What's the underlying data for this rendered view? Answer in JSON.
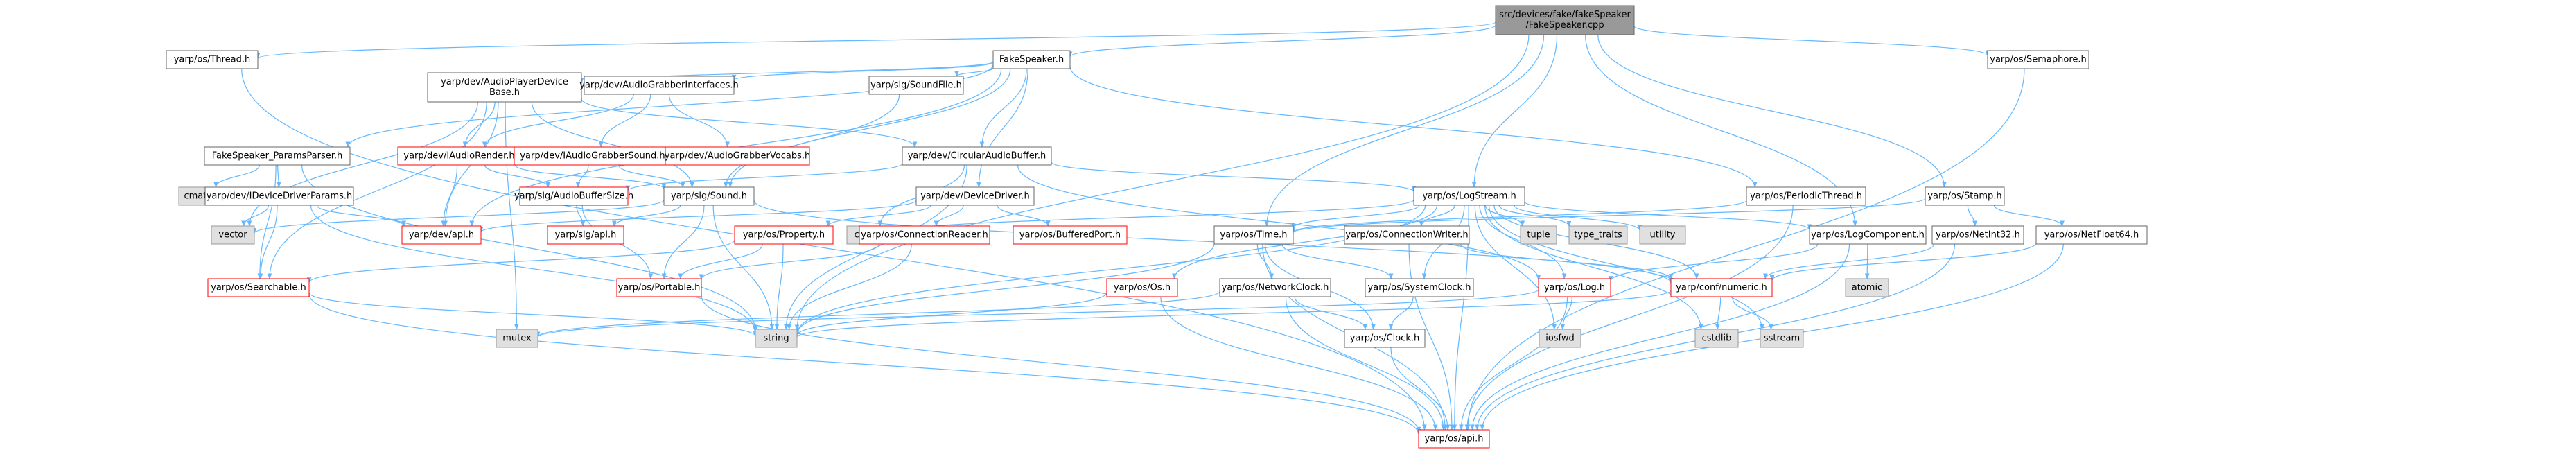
{
  "colors": {
    "edge": "#63B8FF",
    "node_border": "#666666",
    "node_fill": "#ffffff",
    "text": "#000000",
    "red_text": "#ff0000",
    "red_border": "#ff0000",
    "root_fill": "#999999",
    "grey_fill": "#e0e0e0",
    "grey_border": "#999999"
  },
  "nodes": {
    "root": {
      "label": "src/devices/fake/fakeSpeaker\n/FakeSpeaker.cpp",
      "style": "root"
    },
    "thread": {
      "label": "yarp/os/Thread.h",
      "style": "normal"
    },
    "fakespeaker_h": {
      "label": "FakeSpeaker.h",
      "style": "normal"
    },
    "semaphore": {
      "label": "yarp/os/Semaphore.h",
      "style": "normal"
    },
    "audioplayer": {
      "label": "yarp/dev/AudioPlayerDevice\nBase.h",
      "style": "normal"
    },
    "grabberinterfaces": {
      "label": "yarp/dev/AudioGrabberInterfaces.h",
      "style": "normal"
    },
    "soundfile": {
      "label": "yarp/sig/SoundFile.h",
      "style": "normal"
    },
    "paramsparser": {
      "label": "FakeSpeaker_ParamsParser.h",
      "style": "normal"
    },
    "iaudiorender": {
      "label": "yarp/dev/IAudioRender.h",
      "style": "red"
    },
    "iaudiograbbersound": {
      "label": "yarp/dev/IAudioGrabberSound.h",
      "style": "red"
    },
    "audiograbbervocabs": {
      "label": "yarp/dev/AudioGrabberVocabs.h",
      "style": "red"
    },
    "circularbuffer": {
      "label": "yarp/dev/CircularAudioBuffer.h",
      "style": "normal"
    },
    "cmath": {
      "label": "cmath",
      "style": "grey"
    },
    "ideviceparams": {
      "label": "yarp/dev/IDeviceDriverParams.h",
      "style": "normal"
    },
    "audiobuffersize": {
      "label": "yarp/sig/AudioBufferSize.h",
      "style": "red"
    },
    "sound": {
      "label": "yarp/sig/Sound.h",
      "style": "normal"
    },
    "devicedriver": {
      "label": "yarp/dev/DeviceDriver.h",
      "style": "normal"
    },
    "logstream": {
      "label": "yarp/os/LogStream.h",
      "style": "normal"
    },
    "periodicthread": {
      "label": "yarp/os/PeriodicThread.h",
      "style": "normal"
    },
    "stamp": {
      "label": "yarp/os/Stamp.h",
      "style": "normal"
    },
    "vector": {
      "label": "vector",
      "style": "grey"
    },
    "devapi": {
      "label": "yarp/dev/api.h",
      "style": "red"
    },
    "sigapi": {
      "label": "yarp/sig/api.h",
      "style": "red"
    },
    "cstdio": {
      "label": "cstdio",
      "style": "grey"
    },
    "connectionreader": {
      "label": "yarp/os/ConnectionReader.h",
      "style": "red"
    },
    "bufferedport": {
      "label": "yarp/os/BufferedPort.h",
      "style": "red"
    },
    "property": {
      "label": "yarp/os/Property.h",
      "style": "red"
    },
    "time": {
      "label": "yarp/os/Time.h",
      "style": "normal"
    },
    "connectionwriter": {
      "label": "yarp/os/ConnectionWriter.h",
      "style": "normal"
    },
    "tuple": {
      "label": "tuple",
      "style": "grey"
    },
    "type_traits": {
      "label": "type_traits",
      "style": "grey"
    },
    "utility": {
      "label": "utility",
      "style": "grey"
    },
    "logcomponent": {
      "label": "yarp/os/LogComponent.h",
      "style": "normal"
    },
    "netint32": {
      "label": "yarp/os/NetInt32.h",
      "style": "normal"
    },
    "netfloat64": {
      "label": "yarp/os/NetFloat64.h",
      "style": "normal"
    },
    "searchable": {
      "label": "yarp/os/Searchable.h",
      "style": "red"
    },
    "portable": {
      "label": "yarp/os/Portable.h",
      "style": "red"
    },
    "os_h": {
      "label": "yarp/os/Os.h",
      "style": "red"
    },
    "networkclock": {
      "label": "yarp/os/NetworkClock.h",
      "style": "normal"
    },
    "systemclock": {
      "label": "yarp/os/SystemClock.h",
      "style": "normal"
    },
    "log": {
      "label": "yarp/os/Log.h",
      "style": "red"
    },
    "confnumeric": {
      "label": "yarp/conf/numeric.h",
      "style": "red"
    },
    "atomic": {
      "label": "atomic",
      "style": "grey"
    },
    "mutex": {
      "label": "mutex",
      "style": "grey"
    },
    "string": {
      "label": "string",
      "style": "grey"
    },
    "clock": {
      "label": "yarp/os/Clock.h",
      "style": "normal"
    },
    "iosfwd": {
      "label": "iosfwd",
      "style": "grey"
    },
    "cstdlib": {
      "label": "cstdlib",
      "style": "grey"
    },
    "sstream": {
      "label": "sstream",
      "style": "grey"
    },
    "osapi": {
      "label": "yarp/os/api.h",
      "style": "red"
    }
  },
  "edges": [
    [
      "root",
      "thread"
    ],
    [
      "root",
      "fakespeaker_h"
    ],
    [
      "root",
      "semaphore"
    ],
    [
      "root",
      "string"
    ],
    [
      "root",
      "logstream"
    ],
    [
      "root",
      "stamp"
    ],
    [
      "root",
      "time"
    ],
    [
      "root",
      "logcomponent"
    ],
    [
      "thread",
      "osapi"
    ],
    [
      "semaphore",
      "osapi"
    ],
    [
      "fakespeaker_h",
      "audioplayer"
    ],
    [
      "fakespeaker_h",
      "grabberinterfaces"
    ],
    [
      "fakespeaker_h",
      "soundfile"
    ],
    [
      "fakespeaker_h",
      "paramsparser"
    ],
    [
      "fakespeaker_h",
      "circularbuffer"
    ],
    [
      "fakespeaker_h",
      "devicedriver"
    ],
    [
      "fakespeaker_h",
      "periodicthread"
    ],
    [
      "fakespeaker_h",
      "sound"
    ],
    [
      "fakespeaker_h",
      "devapi"
    ],
    [
      "audioplayer",
      "iaudiorender"
    ],
    [
      "audioplayer",
      "circularbuffer"
    ],
    [
      "audioplayer",
      "devapi"
    ],
    [
      "audioplayer",
      "vector"
    ],
    [
      "audioplayer",
      "mutex"
    ],
    [
      "audioplayer",
      "searchable"
    ],
    [
      "audioplayer",
      "sound"
    ],
    [
      "grabberinterfaces",
      "iaudiorender"
    ],
    [
      "grabberinterfaces",
      "iaudiograbbersound"
    ],
    [
      "grabberinterfaces",
      "audiograbbervocabs"
    ],
    [
      "soundfile",
      "sound"
    ],
    [
      "paramsparser",
      "cmath"
    ],
    [
      "paramsparser",
      "ideviceparams"
    ],
    [
      "paramsparser",
      "string"
    ],
    [
      "paramsparser",
      "searchable"
    ],
    [
      "iaudiorender",
      "audiobuffersize"
    ],
    [
      "iaudiorender",
      "devapi"
    ],
    [
      "iaudiorender",
      "sound"
    ],
    [
      "iaudiograbbersound",
      "audiobuffersize"
    ],
    [
      "iaudiograbbersound",
      "sound"
    ],
    [
      "circularbuffer",
      "cstdio"
    ],
    [
      "circularbuffer",
      "string"
    ],
    [
      "circularbuffer",
      "logstream"
    ],
    [
      "circularbuffer",
      "log"
    ],
    [
      "circularbuffer",
      "audiobuffersize"
    ],
    [
      "ideviceparams",
      "vector"
    ],
    [
      "ideviceparams",
      "searchable"
    ],
    [
      "ideviceparams",
      "devapi"
    ],
    [
      "ideviceparams",
      "string"
    ],
    [
      "audiobuffersize",
      "sigapi"
    ],
    [
      "audiobuffersize",
      "portable"
    ],
    [
      "sound",
      "sigapi"
    ],
    [
      "sound",
      "portable"
    ],
    [
      "sound",
      "string"
    ],
    [
      "sound",
      "vector"
    ],
    [
      "sound",
      "confnumeric"
    ],
    [
      "devicedriver",
      "connectionreader"
    ],
    [
      "devicedriver",
      "bufferedport"
    ],
    [
      "devicedriver",
      "property"
    ],
    [
      "devicedriver",
      "devapi"
    ],
    [
      "logstream",
      "time"
    ],
    [
      "logstream",
      "os_h"
    ],
    [
      "logstream",
      "string"
    ],
    [
      "logstream",
      "tuple"
    ],
    [
      "logstream",
      "type_traits"
    ],
    [
      "logstream",
      "utility"
    ],
    [
      "logstream",
      "iosfwd"
    ],
    [
      "logstream",
      "sstream"
    ],
    [
      "logstream",
      "cstdio"
    ],
    [
      "logstream",
      "log"
    ],
    [
      "logstream",
      "confnumeric"
    ],
    [
      "logstream",
      "logcomponent"
    ],
    [
      "logstream",
      "osapi"
    ],
    [
      "logstream",
      "cstdlib"
    ],
    [
      "logstream",
      "connectionwriter"
    ],
    [
      "logstream",
      "systemclock"
    ],
    [
      "periodicthread",
      "time"
    ],
    [
      "periodicthread",
      "osapi"
    ],
    [
      "stamp",
      "netint32"
    ],
    [
      "stamp",
      "netfloat64"
    ],
    [
      "stamp",
      "time"
    ],
    [
      "connectionreader",
      "string"
    ],
    [
      "connectionreader",
      "portable"
    ],
    [
      "property",
      "searchable"
    ],
    [
      "property",
      "portable"
    ],
    [
      "property",
      "string"
    ],
    [
      "time",
      "networkclock"
    ],
    [
      "time",
      "systemclock"
    ],
    [
      "time",
      "osapi"
    ],
    [
      "time",
      "string"
    ],
    [
      "time",
      "clock"
    ],
    [
      "connectionwriter",
      "osapi"
    ],
    [
      "connectionwriter",
      "confnumeric"
    ],
    [
      "logcomponent",
      "atomic"
    ],
    [
      "logcomponent",
      "log"
    ],
    [
      "logcomponent",
      "osapi"
    ],
    [
      "netint32",
      "confnumeric"
    ],
    [
      "netint32",
      "osapi"
    ],
    [
      "netfloat64",
      "confnumeric"
    ],
    [
      "netfloat64",
      "osapi"
    ],
    [
      "searchable",
      "string"
    ],
    [
      "searchable",
      "osapi"
    ],
    [
      "portable",
      "osapi"
    ],
    [
      "os_h",
      "string"
    ],
    [
      "os_h",
      "osapi"
    ],
    [
      "networkclock",
      "clock"
    ],
    [
      "networkclock",
      "mutex"
    ],
    [
      "networkclock",
      "osapi"
    ],
    [
      "systemclock",
      "clock"
    ],
    [
      "log",
      "iosfwd"
    ],
    [
      "log",
      "osapi"
    ],
    [
      "log",
      "mutex"
    ],
    [
      "confnumeric",
      "cstdlib"
    ],
    [
      "confnumeric",
      "sstream"
    ],
    [
      "confnumeric",
      "string"
    ],
    [
      "clock",
      "osapi"
    ]
  ]
}
